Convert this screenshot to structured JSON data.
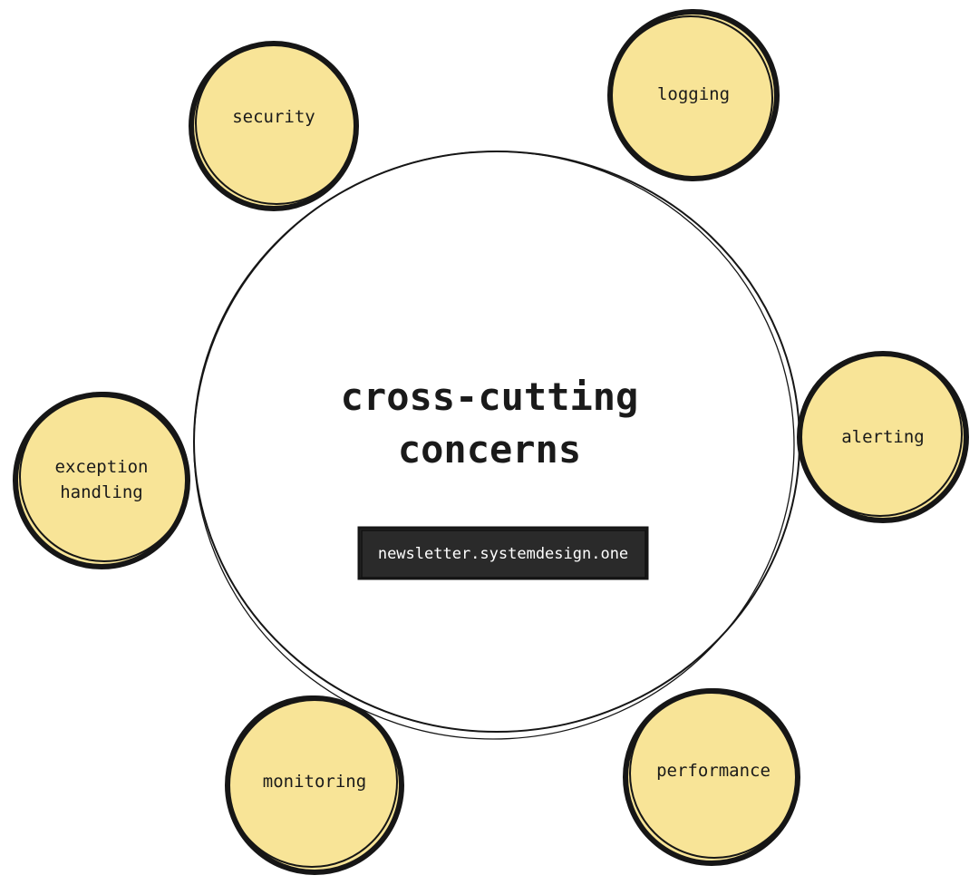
{
  "diagram": {
    "title_lines": [
      "cross-cutting",
      "concerns"
    ],
    "badge": "newsletter.systemdesign.one",
    "concerns": [
      {
        "id": "security",
        "lines": [
          "security"
        ]
      },
      {
        "id": "logging",
        "lines": [
          "logging"
        ]
      },
      {
        "id": "alerting",
        "lines": [
          "alerting"
        ]
      },
      {
        "id": "exception-handling",
        "lines": [
          "exception",
          "handling"
        ]
      },
      {
        "id": "monitoring",
        "lines": [
          "monitoring"
        ]
      },
      {
        "id": "performance",
        "lines": [
          "performance"
        ]
      }
    ]
  },
  "colors": {
    "node_fill": "#f8e497",
    "stroke": "#161616",
    "badge_fill": "#2a2a2a",
    "background": "#ffffff"
  }
}
